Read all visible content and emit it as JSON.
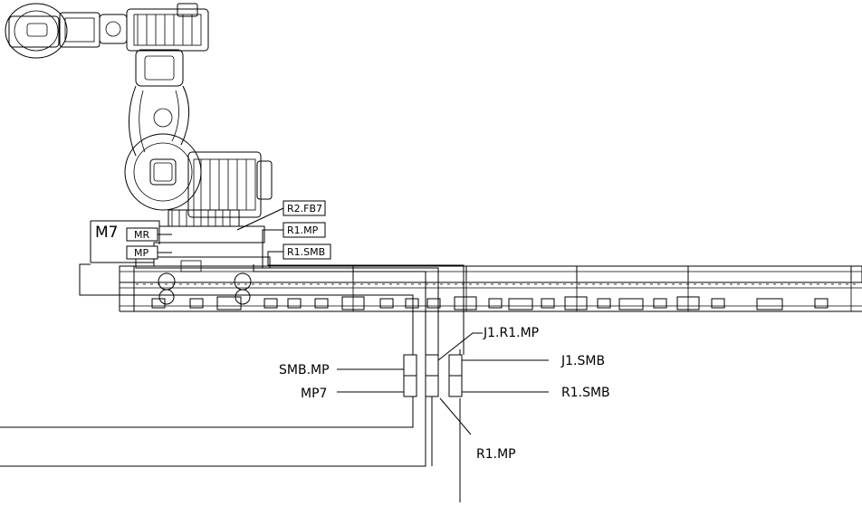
{
  "diagram": {
    "robot_labels": {
      "m7": "M7",
      "mr": "MR",
      "mp": "MP",
      "r2_fb7": "R2.FB7",
      "r1_mp_top": "R1.MP",
      "r1_smb_top": "R1.SMB"
    },
    "connector_labels": {
      "smb_mp": "SMB.MP",
      "mp7": "MP7",
      "j1_r1_mp": "J1.R1.MP",
      "j1_smb": "J1.SMB",
      "r1_smb": "R1.SMB",
      "r1_mp": "R1.MP"
    }
  }
}
